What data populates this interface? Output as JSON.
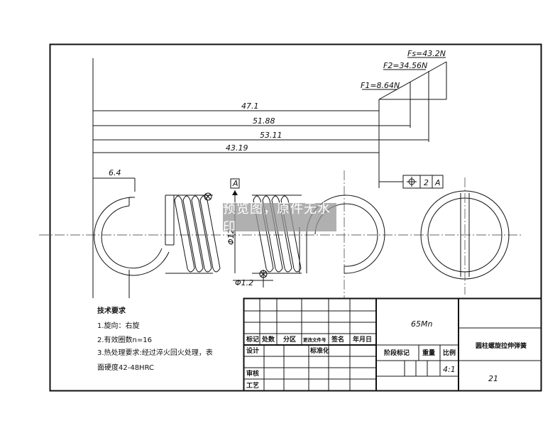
{
  "forces": {
    "fs": "Fs=43.2N",
    "f2": "F2=34.56N",
    "f1": "F1=8.64N"
  },
  "dimensions": {
    "d1": "47.1",
    "d2": "51.88",
    "d3": "53.11",
    "d4": "43.19",
    "hook": "6.4",
    "wire": "Φ1.2",
    "diameter": "Φ12"
  },
  "datum": {
    "label": "A",
    "tol_symbol": "⌖",
    "tol_value": "2",
    "tol_ref": "A"
  },
  "tech": {
    "title": "技术要求",
    "items": [
      "1.旋向：右旋",
      "2.有效圈数n=16",
      "3.热处理要求:经过淬火回火处理，表",
      "面硬度42-48HRC"
    ]
  },
  "titleblock": {
    "material": "65Mn",
    "part_name": "圆柱螺旋拉伸弹簧",
    "sheet_no": "21",
    "scale": "4:1",
    "h_mark": "标记",
    "h_count": "处数",
    "h_zone": "分区",
    "h_docno": "更改文件号",
    "h_sign": "签名",
    "h_date": "年月日",
    "r_design": "设计",
    "r_std": "标准化",
    "r_stage": "阶段标记",
    "r_weight": "重量",
    "r_scale": "比例",
    "r_check": "审核",
    "r_process": "工艺"
  },
  "watermark": "预览图，原件无水印"
}
